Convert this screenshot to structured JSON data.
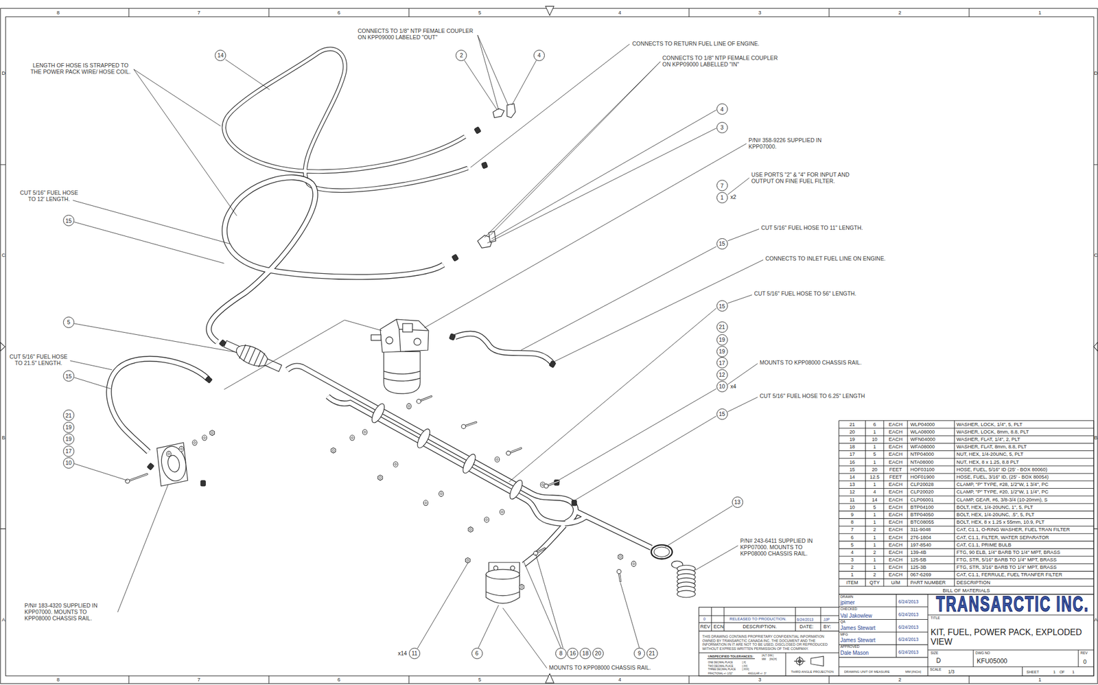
{
  "diagram": {
    "title": "KIT, FUEL, POWER PACK, EXPLODED VIEW",
    "nodes": [
      {
        "text": [
          "14"
        ]
      },
      {
        "text": [
          "2"
        ]
      },
      {
        "text": [
          "4"
        ]
      },
      {
        "text": [
          "4"
        ]
      },
      {
        "text": [
          "3"
        ]
      },
      {
        "text": [
          "7"
        ]
      },
      {
        "text": [
          "1"
        ]
      },
      {
        "text": [
          "15"
        ]
      },
      {
        "text": [
          "15"
        ]
      },
      {
        "text": [
          "15"
        ]
      },
      {
        "text": [
          "5"
        ]
      },
      {
        "text": [
          "21"
        ]
      },
      {
        "text": [
          "19"
        ]
      },
      {
        "text": [
          "19"
        ]
      },
      {
        "text": [
          "17"
        ]
      },
      {
        "text": [
          "15"
        ]
      },
      {
        "text": [
          "12"
        ]
      },
      {
        "text": [
          "10"
        ]
      },
      {
        "text": [
          "15"
        ]
      },
      {
        "text": [
          "21"
        ]
      },
      {
        "text": [
          "19"
        ]
      },
      {
        "text": [
          "19"
        ]
      },
      {
        "text": [
          "17"
        ]
      },
      {
        "text": [
          "10"
        ]
      },
      {
        "text": [
          "13"
        ]
      },
      {
        "text": [
          "11"
        ]
      },
      {
        "text": [
          "6"
        ]
      },
      {
        "text": [
          "8"
        ]
      },
      {
        "text": [
          "16"
        ]
      },
      {
        "text": [
          "18"
        ]
      },
      {
        "text": [
          "20"
        ]
      },
      {
        "text": [
          "9"
        ]
      },
      {
        "text": [
          "21"
        ]
      }
    ],
    "labels": [
      "8",
      "7",
      "6",
      "5",
      "4",
      "3",
      "2",
      "1",
      "D",
      "D",
      "CONNECTS TO 1/8\" NTP FEMALE COUPLER ON KPP09000 LABELED \"OUT\"",
      "LENGTH OF HOSE IS STRAPPED TO THE POWER PACK WIRE/ HOSE COIL.",
      "CONNECTS TO RETURN FUEL LINE OF ENGINE.",
      "CONNECTS TO 1/8\" NTP FEMALE COUPLER ON KPP09000 LABELLED \"IN\"",
      "P/N# 358-9226 SUPPLIED IN KPP07000.",
      "USE PORTS \"2\" & \"4\" FOR INPUT AND OUTPUT ON FINE FUEL FILTER.",
      "C",
      "C",
      "x2",
      "CUT 5/16\" FUEL HOSE TO 12' LENGTH.",
      "CUT 5/16\" FUEL HOSE TO 11\" LENGTH.",
      "CONNECTS TO INLET FUEL LINE ON ENGINE.",
      "CUT 5/16\" FUEL HOSE TO 56\" LENGTH.",
      "MOUNTS TO KPP08000 CHASSIS RAIL.",
      "CUT 5/16\" FUEL HOSE TO 21.5\" LENGTH.",
      "x4",
      "CUT 5/16\" FUEL HOSE TO 6.25\" LENGTH",
      "B",
      "B",
      "P/N# 243-6411 SUPPLIED IN KPP07000. MOUNTS TO KPP08000 CHASSIS RAIL.",
      "P/N# 183-4320 SUPPLIED IN KPP07000. MOUNTS TO KPP08000 CHASSIS RAIL.",
      "A",
      "A",
      "x14",
      "MOUNTS TO KPP08000 CHASSIS RAIL.",
      "8",
      "7",
      "6",
      "5",
      "4",
      "3",
      "2",
      "1",
      "21",
      "6",
      "EACH",
      "WLP04000",
      "WASHER, LOCK, 1/4\", 5, PLT",
      "20",
      "1",
      "EACH",
      "WLA08000",
      "WASHER, LOCK, 8mm, 8.8, PLT",
      "19",
      "10",
      "EACH",
      "WFN04000",
      "WASHER, FLAT, 1/4\", 2, PLT",
      "18",
      "1",
      "EACH",
      "WFA08000",
      "WASHER, FLAT, 8mm, 8.8, PLT",
      "17",
      "5",
      "EACH",
      "NTP04000",
      "NUT, HEX, 1/4-20UNC, 5, PLT",
      "16",
      "1",
      "EACH",
      "NTA08000",
      "NUT, HEX, 8 x 1.25, 8.8 PLT",
      "15",
      "20",
      "FEET",
      "HOF03100",
      "HOSE, FUEL, 5/16\" ID (25' - BOX 80060)",
      "14",
      "12.5",
      "FEET",
      "HOF01900",
      "HOSE, FUEL, 3/16\" ID, (25' - BOX 80054)",
      "13",
      "1",
      "EACH",
      "CLP20028",
      "CLAMP, \"P\" TYPE, #28, 1/2\"W, 1 3/4\", PC",
      "12",
      "4",
      "EACH",
      "CLP20020",
      "CLAMP, \"P\" TYPE, #20, 1/2\"W, 1 1/4\", PC",
      "11",
      "14",
      "EACH",
      "CLP06001",
      "CLAMP, GEAR, #6, 3/8-3/4 (10-20mm), S",
      "10",
      "5",
      "EACH",
      "BTP04100",
      "BOLT, HEX, 1/4-20UNC, 1\", 5, PLT",
      "9",
      "1",
      "EACH",
      "BTP04050",
      "BOLT, HEX, 1/4-20UNC, .5\", 5, PLT",
      "8",
      "1",
      "EACH",
      "BTC08055",
      "BOLT, HEX, 8 x 1.25 x 55mm, 10.9, PLT",
      "7",
      "2",
      "EACH",
      "311-9048",
      "CAT, C1.1, O-RING WASHER, FUEL TRAN FILTER",
      "6",
      "1",
      "EACH",
      "276-1804",
      "CAT, C1.1, FILTER, WATER SEPARATOR",
      "5",
      "1",
      "EACH",
      "197-8540",
      "CAT, C1.1, PRIME BULB",
      "4",
      "2",
      "EACH",
      "139-4B",
      "FTG, 90 ELB, 1/4\" BARB TO 1/4\" MPT, BRASS",
      "3",
      "1",
      "EACH",
      "125-5B",
      "FTG, STR, 5/16\" BARB TO 1/4\" MPT, BRASS",
      "2",
      "1",
      "EACH",
      "125-3B",
      "FTG, STR, 3/16\" BARB TO 1/4\" MPT, BRASS",
      "1",
      "2",
      "EACH",
      "067-6269",
      "CAT, C1.1, FERRULE, FUEL TRANFER FILTER",
      "ITEM",
      "QTY",
      "U/M",
      "PART NUMBER",
      "DESCRIPTION",
      "BILL OF MATERIALS",
      "0",
      "RELEASED TO PRODUCTION.",
      "6/24/2013",
      "JJP",
      "REV",
      "ECN",
      "DESCRIPTION.",
      "DATE:",
      "BY:",
      "THIS DRAWING CONTAINS PROPRIETARY CONFIDENTIAL INFORMATION OWNED BY TRANSARCTIC CANADA INC. THE DOCUMENT AND THE INFORMATION IN IT ARE NOT TO BE USED, DISCLOSED OR REPRODUCED WITHOUT EXPRESS WRITTEN PERMISSION OF THE COMPANY.",
      "UNSPECIFIED TOLERANCES:",
      "[ALT. DIM.]",
      "MM",
      "[INCH]",
      "ONE DECIMAL PLACE",
      "[.X]",
      "TWO DECIMAL PLACE",
      "[.XX]",
      "THREE DECIMAL PLACE",
      "[.XXX]",
      "FRACTIONAL +/- 1/32\"",
      "ANGULAR +/- .5°",
      "THIRD ANGLE PROJECTION",
      "DRAWN",
      "jpimer",
      "6/24/2013",
      "CHECKED",
      "Val Jakowlew",
      "6/24/2013",
      "QA",
      "James Stewart",
      "6/24/2013",
      "MFG",
      "James Stewart",
      "6/24/2013",
      "APPROVED",
      "Dale Mason",
      "6/24/2013",
      "DRAWING UNIT OF MEASURE",
      "MM [INCH]",
      "TRANSARCTIC INC.",
      "TITLE",
      "SIZE",
      "D",
      "DWG NO",
      "KFU05000",
      "REV",
      "0",
      "SCALE",
      "1/3",
      "SHEET",
      "1",
      "OF",
      "1"
    ]
  }
}
